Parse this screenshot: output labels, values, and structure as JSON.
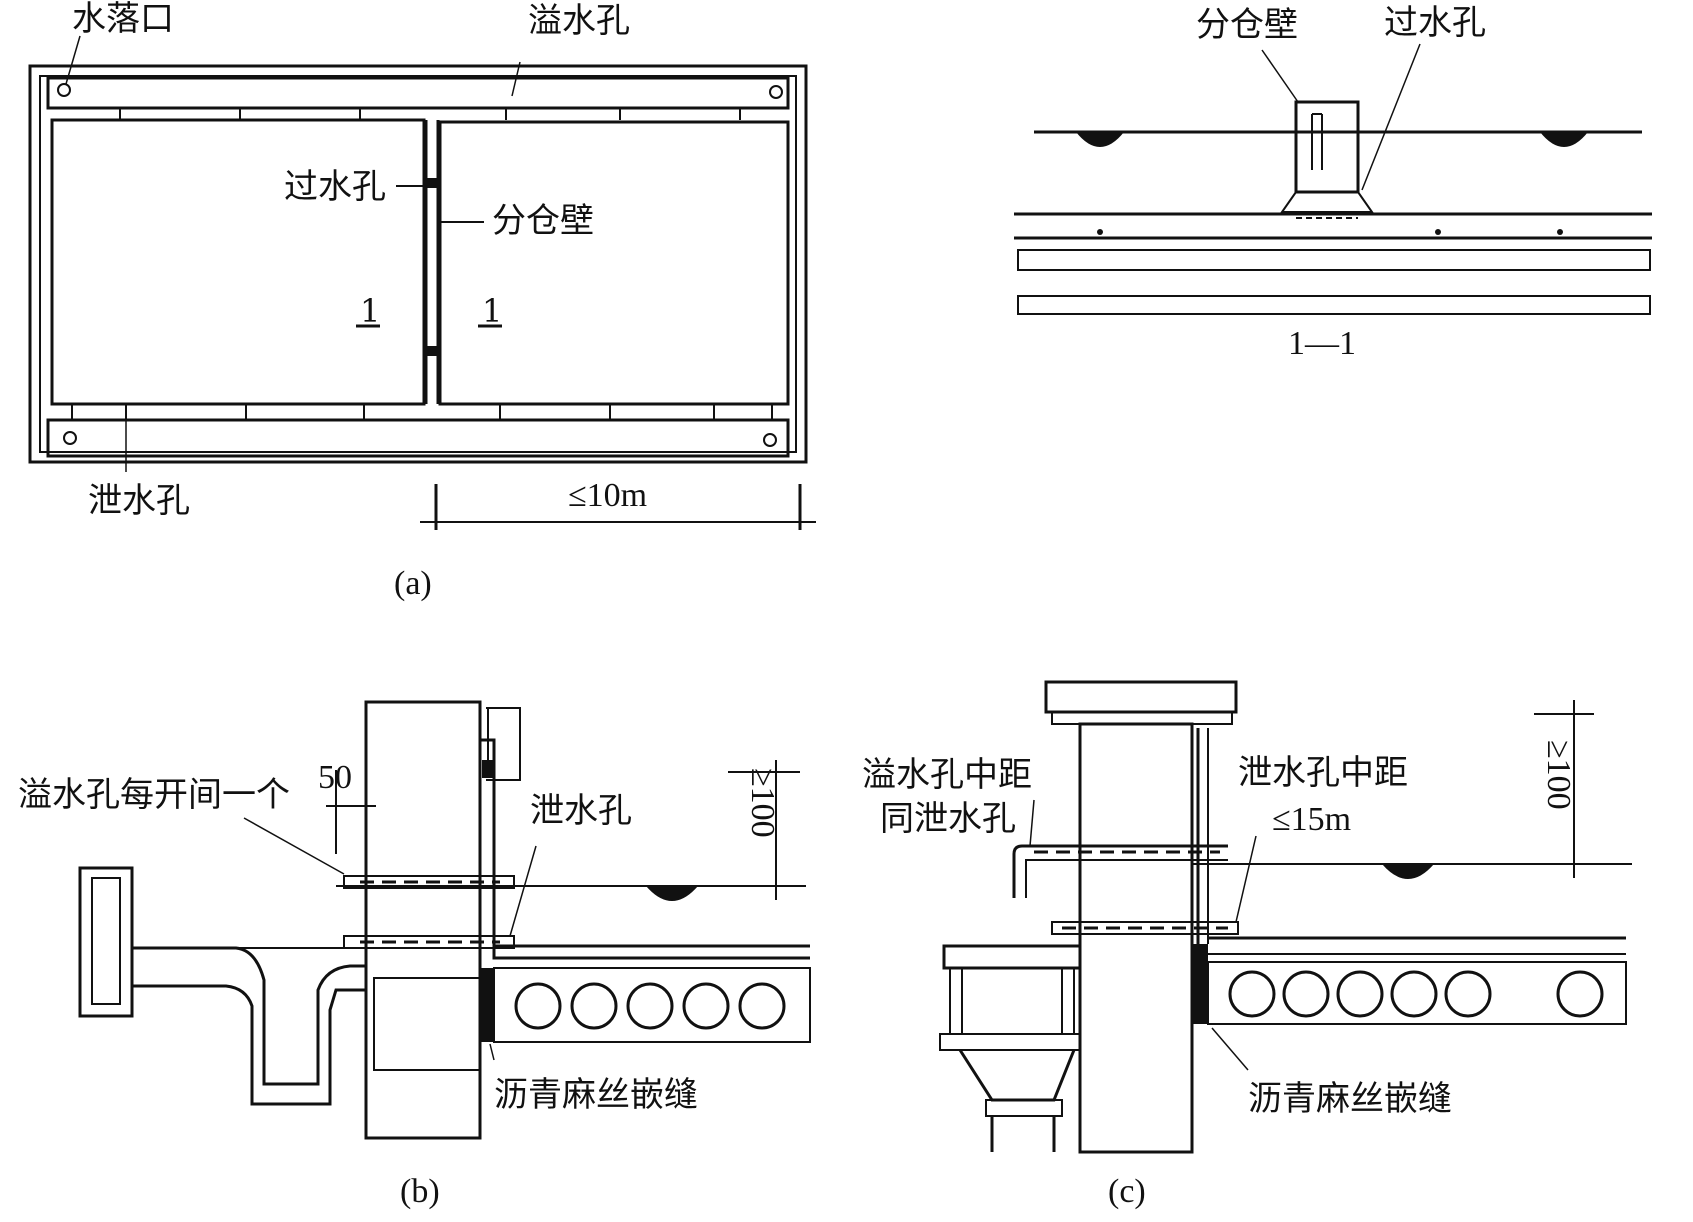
{
  "panel_a": {
    "label_drain_outlet": "水落口",
    "label_overflow_hole": "溢水孔",
    "label_pass_hole": "过水孔",
    "label_partition_wall": "分仓壁",
    "label_section_left": "1",
    "label_section_right": "1",
    "label_discharge_hole": "泄水孔",
    "label_dimension": "≤10m",
    "caption": "(a)"
  },
  "panel_section": {
    "label_partition_wall": "分仓壁",
    "label_pass_hole": "过水孔",
    "caption": "1—1"
  },
  "panel_b": {
    "label_overflow_note": "溢水孔每开间一个",
    "label_dim_50": "50",
    "label_discharge_hole": "泄水孔",
    "label_dim_100": "≥100",
    "label_joint": "沥青麻丝嵌缝",
    "caption": "(b)"
  },
  "panel_c": {
    "label_overflow_spacing_1": "溢水孔中距",
    "label_overflow_spacing_2": "同泄水孔",
    "label_discharge_spacing_1": "泄水孔中距",
    "label_discharge_spacing_2": "≤15m",
    "label_dim_100": "≥100",
    "label_joint": "沥青麻丝嵌缝",
    "caption": "(c)"
  }
}
